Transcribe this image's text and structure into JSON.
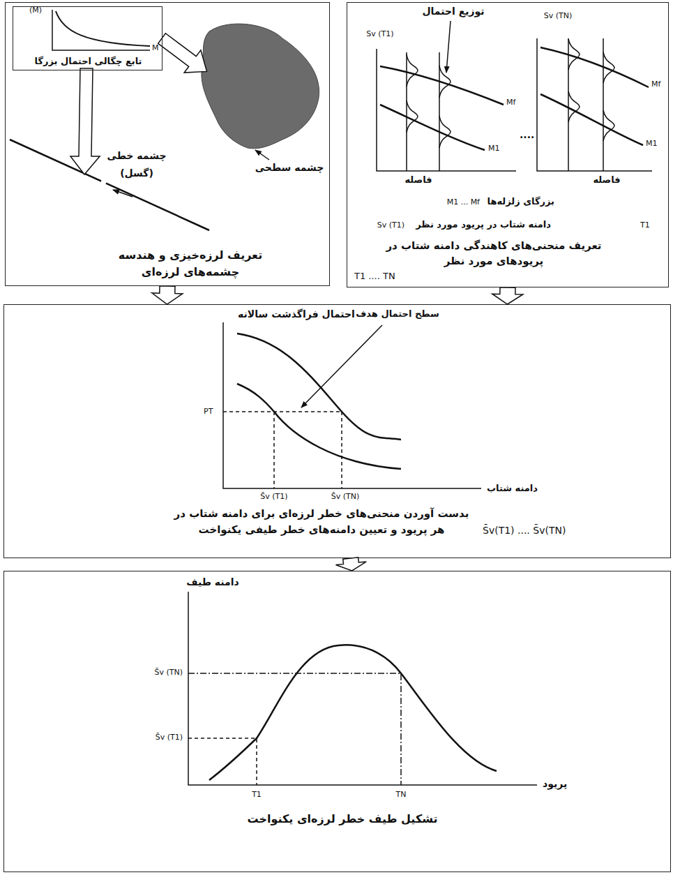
{
  "diagram": {
    "nodes": [
      {
        "text": [
          "تعریف لرزه‌خیزی و هندسه چشمه‌های لرزه‌ای"
        ]
      },
      {
        "text": [
          "تابع چگالی احتمال بزرگا"
        ],
        "in": 0
      },
      {
        "text": [
          "تعریف منحنی‌های کاهندگی دامنه شتاب در پریودهای مورد نظر"
        ]
      },
      {
        "text": [
          "بدست آوردن منحنی‌های خطر لرزه‌ای برای دامنه شتاب در هر پریود و تعیین دامنه‌های خطر طیفی یکنواخت"
        ]
      },
      {
        "text": [
          "تشکیل طیف خطر لرزه‌ای یکنواخت"
        ]
      }
    ],
    "edges": [
      {
        "from": 0,
        "to": 3,
        "arrow": "to"
      },
      {
        "from": 2,
        "to": 3,
        "arrow": "to"
      },
      {
        "from": 3,
        "to": 4,
        "arrow": "to"
      }
    ],
    "labels": [
      "(M)",
      "M",
      "چشمه خطی",
      "(گسل)",
      "چشمه سطحی",
      "توزیع احتمال",
      "Sv (T1)",
      "Sv (TN)",
      "Mf",
      "M1",
      "....",
      "Mf",
      "M1",
      "فاصله",
      "فاصله",
      "بزرگای زلزله‌ها",
      "M1 ... Mf",
      "Sv (T1)",
      "دامنه شتاب در پریود مورد نظر",
      "T1",
      "T1 .... TN",
      "احتمال فراگذشت سالانه",
      "سطح احتمال هدف",
      "PT",
      "دامنه شتاب",
      "S̄v (T1)",
      "S̄v (TN)",
      "S̄v(T1) .... S̄v(TN)",
      "دامنه طیف",
      "S̄v (TN)",
      "S̄v (T1)",
      "پریود",
      "T1",
      "TN"
    ]
  }
}
